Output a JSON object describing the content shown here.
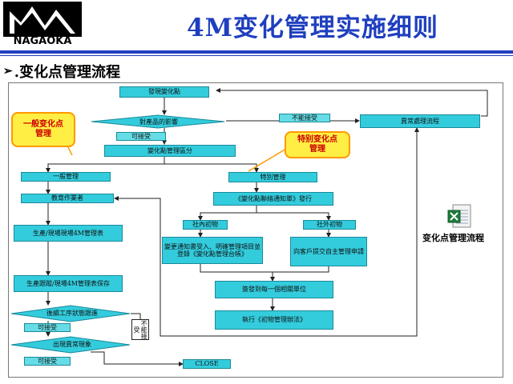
{
  "header": {
    "logo_text": "NAGAOKA",
    "title": "4M变化管理实施细则"
  },
  "section": {
    "bullet": "➢",
    "title": ".变化点管理流程"
  },
  "diagram": {
    "start": "發現變化點",
    "decision_impact": "對產品的影響",
    "not_accept": "不能接受",
    "process_change": "異常處理流程",
    "acceptable_1": "可接受",
    "classify": "變化點管理區分",
    "general": "一般管理",
    "special": "特別管理",
    "education": "教育作業者",
    "notice": "《變化點聯絡通知單》發行",
    "internal": "社內初物",
    "external": "社外初物",
    "production_table": "生產/現場現場4M管理表",
    "internal_detail": "變更通知書受入、明確管理項目並登錄《變化點管理台帳》",
    "external_detail": "向客戶提交自主管理申請",
    "tracking": "生產跟蹤/現場4M管理表保存",
    "send_dept": "簽發到每一個相關單位",
    "decision_post": "後續工序狀態跟進",
    "acceptable_2": "可接受",
    "cannot_accept_side": "不能接受",
    "decision_abnormal": "出現異常現象",
    "execute": "執行《初物管理辦法》",
    "acceptable_3": "可接受",
    "close": "CLOSE"
  },
  "callouts": {
    "general": "一般变化点\n管理",
    "special": "特别变化点\n管理"
  },
  "excel_icon": {
    "icon": "excel-file-icon",
    "label": "变化点管理流程"
  },
  "colors": {
    "title_blue": "#1f3fbf",
    "box_cyan": "#33ccdd",
    "callout_yellow": "#ffee44",
    "callout_text": "#cc0000"
  }
}
